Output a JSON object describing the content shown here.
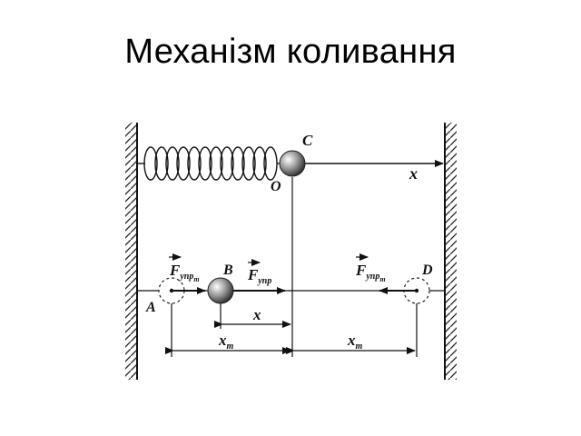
{
  "title": "Механізм коливання",
  "figure": {
    "labels": {
      "point_c": "C",
      "origin": "O",
      "axis": "x",
      "point_a": "A",
      "point_b": "B",
      "point_d": "D",
      "f_left": "F",
      "f_left_sub": "упр",
      "f_left_subsub": "m",
      "f_mid": "F",
      "f_mid_sub": "упр",
      "f_right": "F",
      "f_right_sub": "упр",
      "f_right_subsub": "m",
      "dim_x": "x",
      "dim_xm_left": "x",
      "dim_xm_left_sub": "m",
      "dim_xm_right": "x",
      "dim_xm_right_sub": "m"
    }
  }
}
